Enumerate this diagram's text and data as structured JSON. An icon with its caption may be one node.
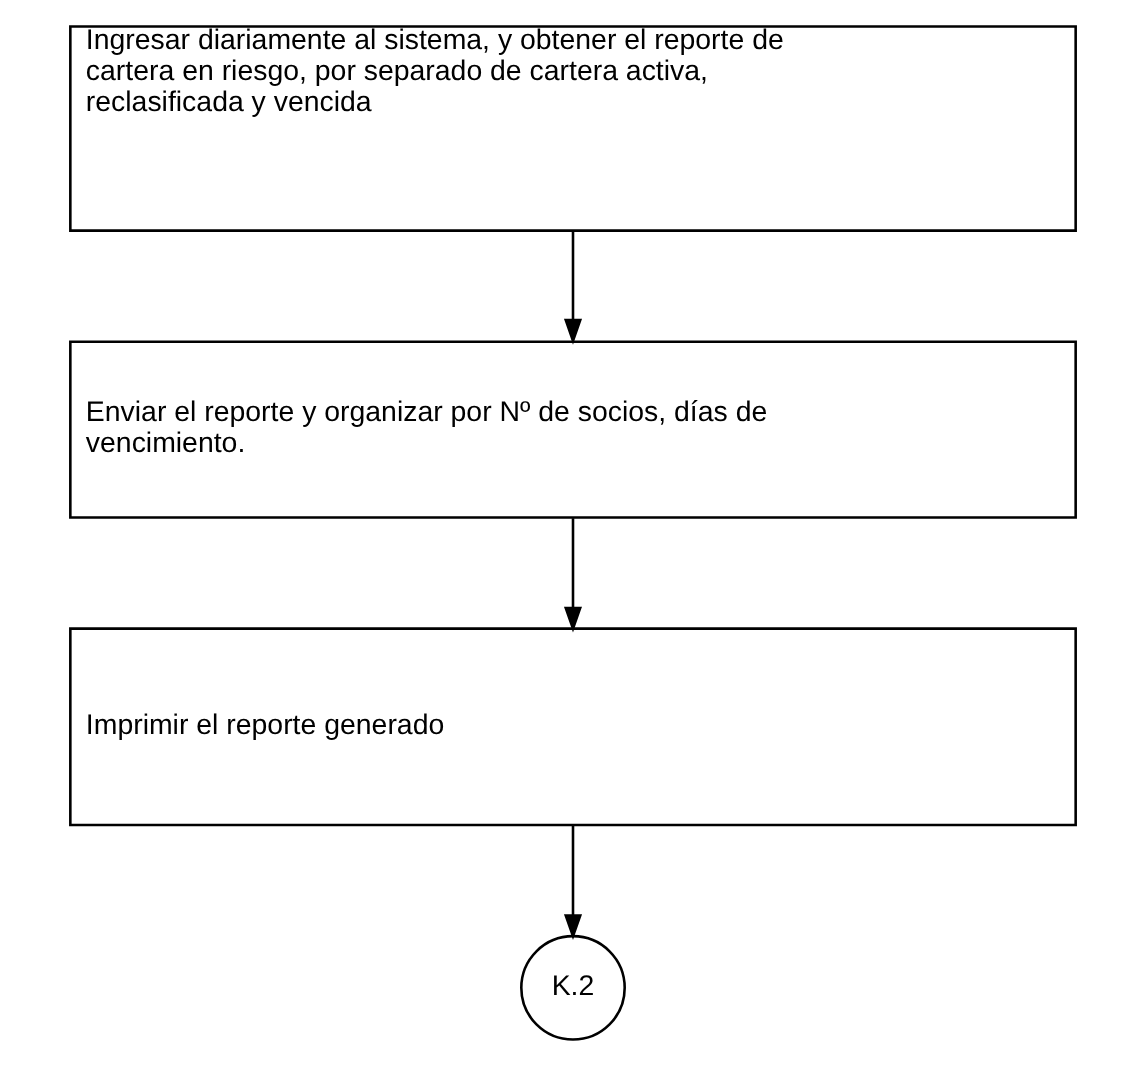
{
  "diagram": {
    "nodes": [
      {
        "text": [
          "Ingresar diariamente al sistema, y obtener el reporte de cartera en riesgo, por separado de cartera activa, reclasificada y vencida"
        ]
      },
      {
        "text": [
          "Enviar el reporte y organizar por Nº de socios, días de vencimiento."
        ]
      },
      {
        "text": [
          "Imprimir el reporte generado"
        ]
      },
      {
        "text": [
          "K.2"
        ]
      }
    ],
    "edges": [
      {
        "from": 0,
        "to": 1,
        "arrow": "to"
      },
      {
        "from": 1,
        "to": 2,
        "arrow": "to"
      },
      {
        "from": 2,
        "to": 3,
        "arrow": "to"
      }
    ]
  }
}
